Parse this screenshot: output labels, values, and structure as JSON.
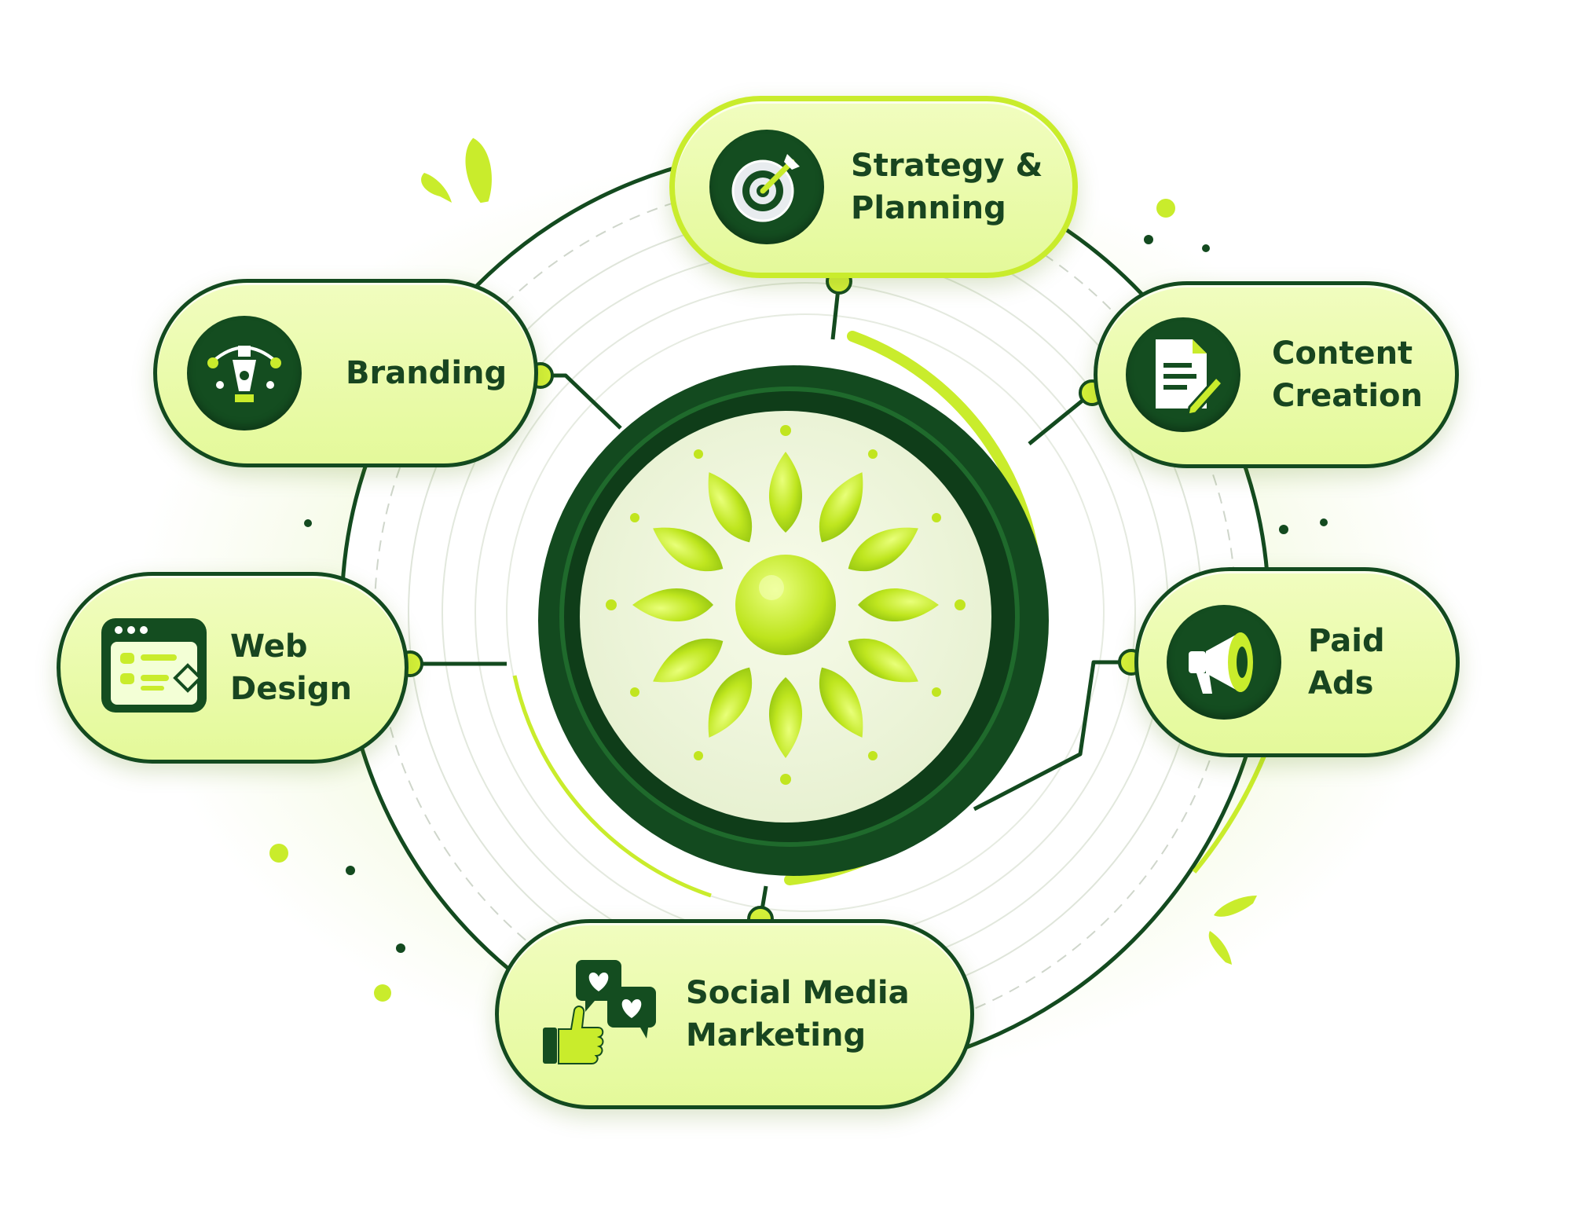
{
  "center": {
    "icon": "flower-petals-icon"
  },
  "colors": {
    "dark_green": "#134a1f",
    "lime": "#c9ec2c",
    "pale_lime": "#eefcb4"
  },
  "nodes": {
    "strategy": {
      "label": "Strategy &\nPlanning",
      "icon": "target-arrow-icon"
    },
    "branding": {
      "label": "Branding",
      "icon": "pen-tool-icon"
    },
    "content": {
      "label": "Content\nCreation",
      "icon": "document-pencil-icon"
    },
    "web": {
      "label": "Web\nDesign",
      "icon": "browser-window-icon"
    },
    "paid": {
      "label": "Paid\nAds",
      "icon": "megaphone-icon"
    },
    "social": {
      "label": "Social Media\nMarketing",
      "icon": "thumbs-up-hearts-icon"
    }
  }
}
